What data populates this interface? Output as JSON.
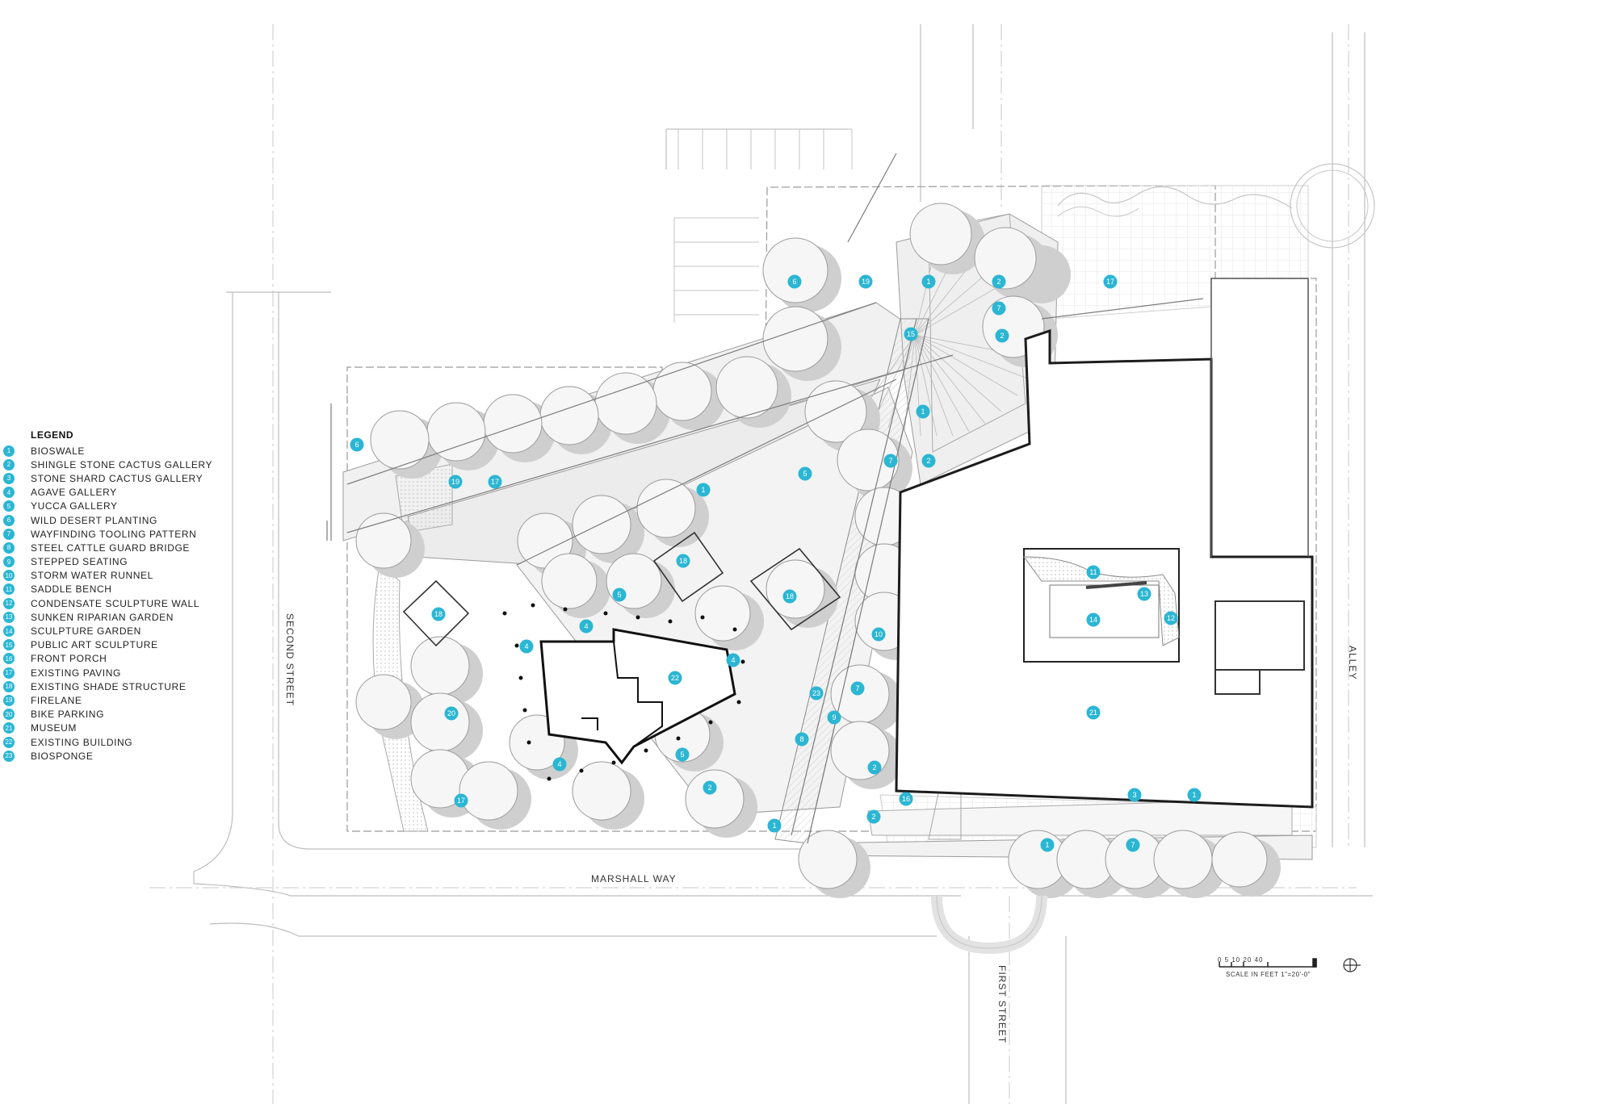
{
  "legend": {
    "title": "LEGEND",
    "items": [
      {
        "num": "1",
        "label": "BIOSWALE"
      },
      {
        "num": "2",
        "label": "SHINGLE STONE CACTUS GALLERY"
      },
      {
        "num": "3",
        "label": "STONE SHARD CACTUS GALLERY"
      },
      {
        "num": "4",
        "label": "AGAVE GALLERY"
      },
      {
        "num": "5",
        "label": "YUCCA GALLERY"
      },
      {
        "num": "6",
        "label": "WILD DESERT PLANTING"
      },
      {
        "num": "7",
        "label": "WAYFINDING TOOLING PATTERN"
      },
      {
        "num": "8",
        "label": "STEEL CATTLE GUARD BRIDGE"
      },
      {
        "num": "9",
        "label": "STEPPED SEATING"
      },
      {
        "num": "10",
        "label": "STORM WATER RUNNEL"
      },
      {
        "num": "11",
        "label": "SADDLE BENCH"
      },
      {
        "num": "12",
        "label": "CONDENSATE SCULPTURE WALL"
      },
      {
        "num": "13",
        "label": "SUNKEN RIPARIAN GARDEN"
      },
      {
        "num": "14",
        "label": "SCULPTURE GARDEN"
      },
      {
        "num": "15",
        "label": "PUBLIC ART SCULPTURE"
      },
      {
        "num": "16",
        "label": "FRONT PORCH"
      },
      {
        "num": "17",
        "label": "EXISTING PAVING"
      },
      {
        "num": "18",
        "label": "EXISTING SHADE STRUCTURE"
      },
      {
        "num": "19",
        "label": "FIRELANE"
      },
      {
        "num": "20",
        "label": "BIKE PARKING"
      },
      {
        "num": "21",
        "label": "MUSEUM"
      },
      {
        "num": "22",
        "label": "EXISTING BUILDING"
      },
      {
        "num": "23",
        "label": "BIOSPONGE"
      }
    ]
  },
  "streets": {
    "second": "SECOND STREET",
    "marshall": "MARSHALL WAY",
    "first": "FIRST STREET",
    "alley": "ALLEY"
  },
  "scale": {
    "numbers": "0 5 10   20          40",
    "text": "SCALE IN FEET 1\"=20'-0\""
  },
  "callout_color": "#2bb6d3",
  "callouts": [
    "6",
    "19",
    "1",
    "2",
    "17",
    "7",
    "15",
    "2",
    "6",
    "19",
    "17",
    "1",
    "5",
    "1",
    "2",
    "7",
    "18",
    "18",
    "18",
    "5",
    "4",
    "4",
    "4",
    "22",
    "10",
    "23",
    "7",
    "9",
    "8",
    "11",
    "13",
    "14",
    "12",
    "21",
    "20",
    "4",
    "5",
    "2",
    "17",
    "2",
    "16",
    "2",
    "3",
    "1",
    "1",
    "1",
    "7"
  ]
}
